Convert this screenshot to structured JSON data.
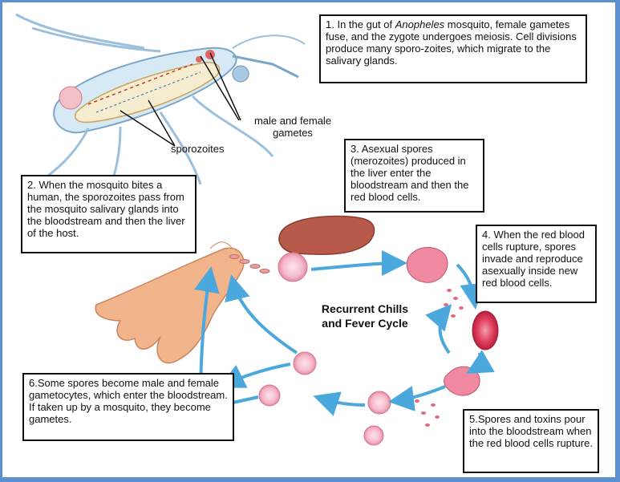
{
  "steps": {
    "s1_pre": "1. In the gut of ",
    "s1_em": "Anopheles",
    "s1_post": " mosquito, female gametes fuse, and the zygote undergoes meiosis.  Cell divisions produce many sporo-zoites, which migrate to the salivary glands.",
    "s2": "2. When the mosquito bites a human, the sporozoites pass from the mosquito salivary glands into the bloodstream and then the liver of the host.",
    "s3": "3. Asexual spores (merozoites) produced in the liver enter the bloodstream and then the red blood cells.",
    "s4": "4. When the red blood cells rupture, spores invade and reproduce asexually inside new red blood cells.",
    "s5": "5.Spores and toxins pour into the bloodstream when the red blood cells rupture.",
    "s6": "6.Some spores become male and female gametocytes, which enter the bloodstream.  If taken up by a mosquito, they become gametes."
  },
  "labels": {
    "gametes": "male and female gametes",
    "sporozoites": "sporozoites",
    "cycle": "Recurrent Chills and Fever Cycle"
  },
  "colors": {
    "frame": "#5b8fd0",
    "arrow": "#4aa8dc",
    "cell": "#f6b8c8",
    "liver": "#b85a4a",
    "skin": "#f2b48a"
  }
}
